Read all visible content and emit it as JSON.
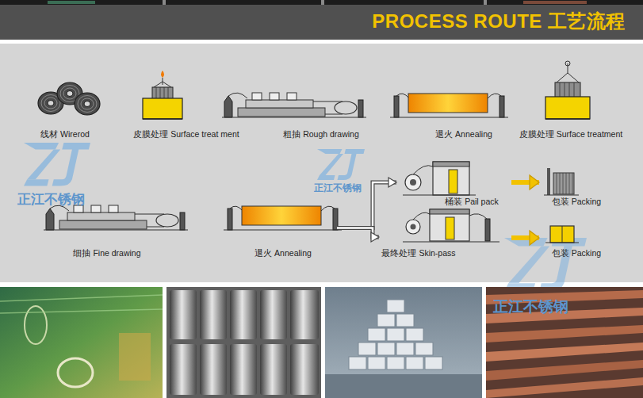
{
  "diagram": {
    "title": "PROCESS ROUTE 工艺流程",
    "nodes": [
      {
        "text": [
          "线材 Wirerod"
        ]
      },
      {
        "text": [
          "皮膜处理 Surface treat ment"
        ]
      },
      {
        "text": [
          "粗抽 Rough drawing"
        ]
      },
      {
        "text": [
          "退火 Annealing"
        ]
      },
      {
        "text": [
          "皮膜处理 Surface treatment"
        ]
      },
      {
        "text": [
          "细抽 Fine drawing"
        ]
      },
      {
        "text": [
          "退火 Annealing"
        ]
      },
      {
        "text": [
          "桶装 Pail pack"
        ]
      },
      {
        "text": [
          "包装 Packing"
        ]
      },
      {
        "text": [
          "最终处理 Skin-pass"
        ]
      },
      {
        "text": [
          "包装 Packing"
        ]
      }
    ],
    "edges": [
      {
        "from": 6,
        "to": 7,
        "arrow": "to"
      },
      {
        "from": 6,
        "to": 9,
        "arrow": "to"
      },
      {
        "from": 7,
        "to": 8,
        "arrow": "to"
      },
      {
        "from": 9,
        "to": 10,
        "arrow": "to"
      }
    ],
    "labels": [
      "正江不锈钢",
      "正江不锈钢",
      "正江不锈钢"
    ]
  }
}
